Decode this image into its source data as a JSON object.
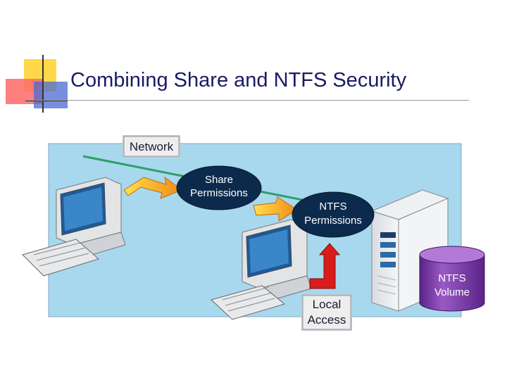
{
  "slide": {
    "title": "Combining Share and NTFS Security"
  },
  "diagram": {
    "network_label": "Network",
    "share_permissions": {
      "line1": "Share",
      "line2": "Permissions"
    },
    "ntfs_permissions": {
      "line1": "NTFS",
      "line2": "Permissions"
    },
    "ntfs_volume": {
      "line1": "NTFS",
      "line2": "Volume"
    },
    "local_access": {
      "line1": "Local",
      "line2": "Access"
    },
    "colors": {
      "background_panel": "#a8d8ee",
      "network_line": "#2e9e6a",
      "ellipse_fill": "#0c2a4c",
      "volume_fill": "#7d3aa6",
      "arrow_gradient_start": "#ffe04a",
      "arrow_gradient_end": "#f08a1a",
      "local_access_arrow": "#d81c1c",
      "title_text": "#1a1a66"
    }
  }
}
